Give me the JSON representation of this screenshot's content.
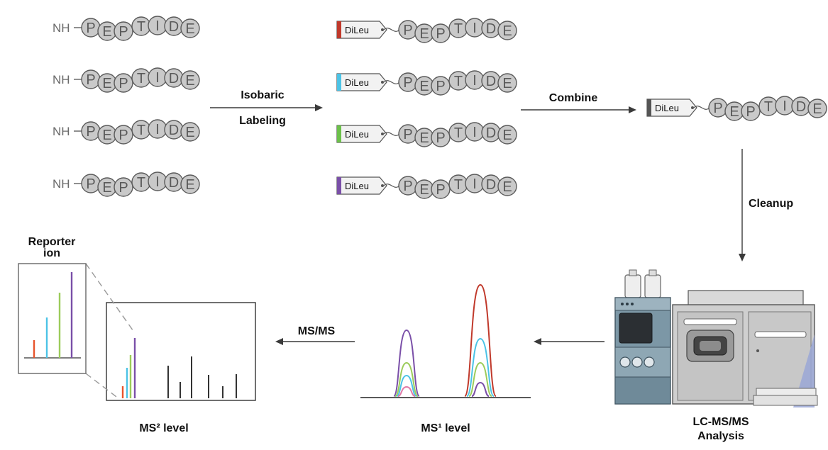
{
  "peptide_letters": [
    "P",
    "E",
    "P",
    "T",
    "I",
    "D",
    "E"
  ],
  "nh_label": "NH",
  "tag_label": "DiLeu",
  "tag_colors": [
    "#c0392b",
    "#4cc3e6",
    "#6cc04a",
    "#7a4fa8"
  ],
  "combined_tag_color": "#555555",
  "step_labels": {
    "isobaric": "Isobaric",
    "labeling": "Labeling",
    "combine": "Combine",
    "cleanup": "Cleanup",
    "msms": "MS/MS"
  },
  "reporter_label": {
    "line1": "Reporter",
    "line2": "ion"
  },
  "ms2_label": "MS² level",
  "ms1_label": "MS¹ level",
  "lcms_label": {
    "line1": "LC-MS/MS",
    "line2": "Analysis"
  },
  "reporter_colors": [
    "#e8542c",
    "#4cc3e6",
    "#9ccc5a",
    "#7a4fa8"
  ],
  "ms1_peak_colors": [
    "#c0392b",
    "#7a4fa8",
    "#4cc3e6",
    "#9ccc5a",
    "#e07aa8"
  ]
}
